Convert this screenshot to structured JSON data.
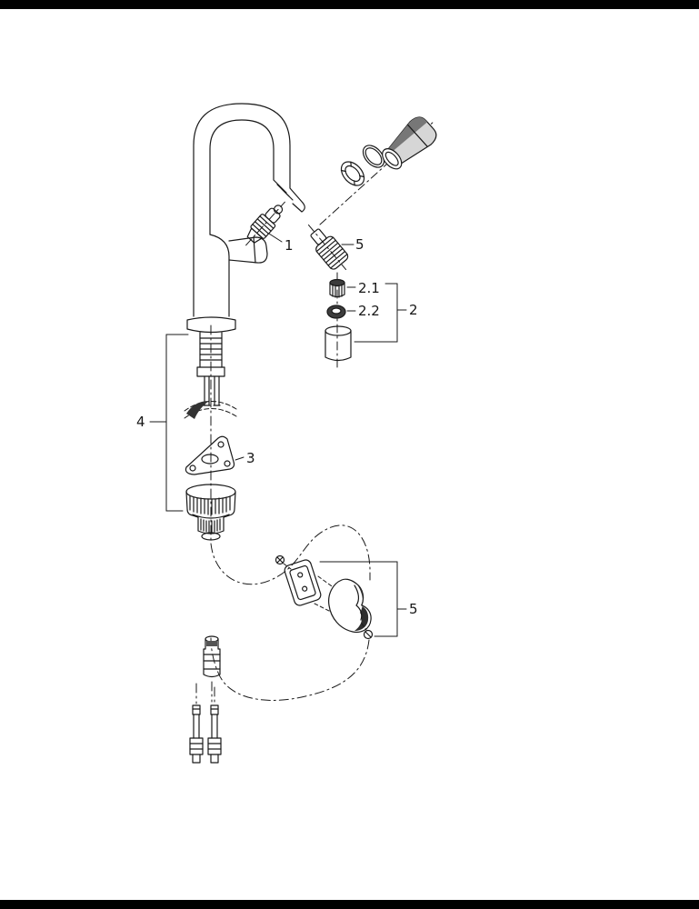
{
  "page": {
    "background": "#ffffff",
    "ink": "#1a1a1a",
    "border_bar_color": "#000000"
  },
  "callouts": {
    "part1": "1",
    "part5_top": "5",
    "part2_1": "2.1",
    "part2_2": "2.2",
    "part2": "2",
    "part4": "4",
    "part3": "3",
    "part5_bottom": "5"
  }
}
